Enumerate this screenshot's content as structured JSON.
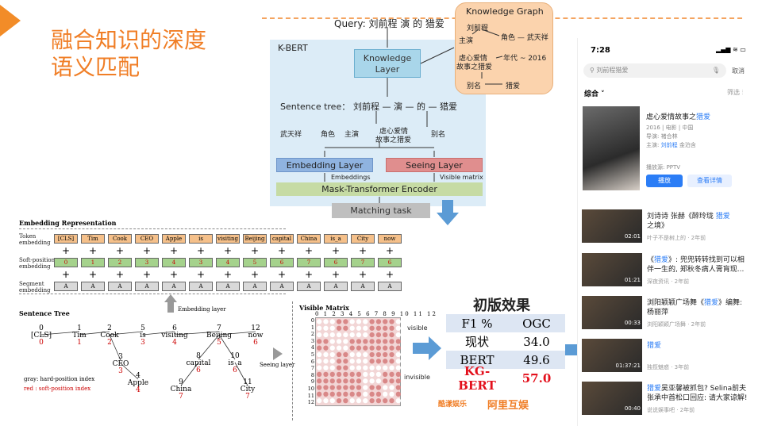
{
  "slide": {
    "title_line1": "融合知识的深度",
    "title_line2": "语义匹配"
  },
  "kbert": {
    "label": "K-BERT",
    "query": "Query: 刘前程 演 的 猎爱",
    "knowledge_layer": "Knowledge Layer",
    "knowledge_graph": {
      "title": "Knowledge Graph",
      "t1": "刘前程",
      "t2": "主演",
      "t3": "角色 — 武天祥",
      "t4": "虐心爱情",
      "t5": "故事之猎爱",
      "t6": "年代 ~ 2016",
      "t7": "别名",
      "t8": "猎爱"
    },
    "sentence_tree_label": "Sentence tree：",
    "sentence_main": "刘前程 — 演 — 的 — 猎爱",
    "tree": {
      "a": "武天祥",
      "b": "角色",
      "c": "主演",
      "d": "虐心爱情",
      "e": "故事之猎爱",
      "f": "别名"
    },
    "embedding_layer": "Embedding Layer",
    "seeing_layer": "Seeing Layer",
    "embeddings_note": "Embeddings",
    "visible_matrix_note": "Visible matrix",
    "mask_transformer": "Mask-Transformer Encoder",
    "matching_task": "Matching task"
  },
  "embedding": {
    "title": "Embedding Representation",
    "token_label_1": "Token",
    "token_label_2": "embedding",
    "soft_label_1": "Soft-position",
    "soft_label_2": "embedding",
    "seg_label_1": "Segment",
    "seg_label_2": "embedding",
    "tokens": [
      "[CLS]",
      "Tim",
      "Cook",
      "CEO",
      "Apple",
      "is",
      "visiting",
      "Beijing",
      "capital",
      "China",
      "is_a",
      "City",
      "now"
    ],
    "soft_positions": [
      "0",
      "1",
      "2",
      "3",
      "4",
      "3",
      "4",
      "5",
      "6",
      "7",
      "6",
      "7",
      "6"
    ],
    "segments": [
      "A",
      "A",
      "A",
      "A",
      "A",
      "A",
      "A",
      "A",
      "A",
      "A",
      "A",
      "A",
      "A"
    ],
    "plus": "+",
    "layer_label": "Embedding layer"
  },
  "sentence_tree": {
    "title": "Sentence Tree",
    "legend_gray": "gray: hard-position index",
    "legend_red": "red  : soft-position index",
    "seeing_label": "Seeing layer",
    "nodes": [
      {
        "hard": "0",
        "word": "[CLS]",
        "soft": "0"
      },
      {
        "hard": "1",
        "word": "Tim",
        "soft": "1"
      },
      {
        "hard": "2",
        "word": "Cook",
        "soft": "2"
      },
      {
        "hard": "3",
        "word": "CEO",
        "soft": "3"
      },
      {
        "hard": "4",
        "word": "Apple",
        "soft": "4"
      },
      {
        "hard": "5",
        "word": "is",
        "soft": "3"
      },
      {
        "hard": "6",
        "word": "visiting",
        "soft": "4"
      },
      {
        "hard": "7",
        "word": "Beijing",
        "soft": "5"
      },
      {
        "hard": "8",
        "word": "capital",
        "soft": "6"
      },
      {
        "hard": "9",
        "word": "China",
        "soft": "7"
      },
      {
        "hard": "10",
        "word": "is_a",
        "soft": "6"
      },
      {
        "hard": "11",
        "word": "City",
        "soft": "7"
      },
      {
        "hard": "12",
        "word": "now",
        "soft": "6"
      }
    ]
  },
  "visible_matrix": {
    "title": "Visible Matrix",
    "col_nums": "0 1 2 3 4 5 6 7 8 9 10 11 12",
    "rows": [
      "0",
      "1",
      "2",
      "3",
      "4",
      "5",
      "6",
      "7",
      "8",
      "9",
      "10",
      "11",
      "12"
    ],
    "visible_label": "visible",
    "invisible_label": "invisible"
  },
  "results": {
    "title": "初版效果",
    "rows": [
      {
        "k": "F1 %",
        "v": "OGC"
      },
      {
        "k": "现状",
        "v": "34.0"
      },
      {
        "k": "BERT",
        "v": "49.6"
      },
      {
        "k": "KG-BERT",
        "v": "57.0"
      }
    ],
    "logo1": "酷漾娱乐",
    "logo2": "阿里互娱"
  },
  "phone": {
    "time": "7:28",
    "status_right": "▂▄▆ ≋ ▭",
    "search_text": "刘前程猎爱",
    "cancel": "取消",
    "tab": "综合",
    "filter": "筛选",
    "movie": {
      "title_prefix": "虐心爱情故事之",
      "title_hl": "猎爱",
      "meta1": "2016 | 电影 | 中国",
      "meta2": "导演: 褚合林",
      "meta3_prefix": "主演: ",
      "meta3_hl": "刘前程",
      "meta3_rest": " 金泊含",
      "source": "播放源: PPTV",
      "play": "播放",
      "detail": "查看详情"
    },
    "videos": [
      {
        "dur": "02:01",
        "t1": "刘诗诗 张赫《醉玲珑 ",
        "hl": "猎爱",
        "t2": "之境》",
        "meta": "叶子不是树上的 · 2年前"
      },
      {
        "dur": "01:21",
        "t1": "《",
        "hl": "猎爱",
        "t2": "》: 兜兜转转找到可以相伴一生的, 郑秋冬病人膏肓现...",
        "meta": "深夜资讯 · 2年前"
      },
      {
        "dur": "00:33",
        "t1": "浏阳颖颖广场舞《",
        "hl": "猎爱",
        "t2": "》编舞:杨丽萍",
        "meta": "浏阳颖颖广场舞 · 2年前"
      },
      {
        "dur": "01:37:21",
        "t1": "",
        "hl": "猎爱",
        "t2": "",
        "meta": "独揽魅惑 · 3年前"
      },
      {
        "dur": "00:40",
        "t1": "",
        "hl": "猎爱",
        "t2": "吴亚馨被抓包? Selina前夫张承中首松口回应: 请大家谅解!",
        "meta": "说说娱事吧 · 2年前"
      }
    ]
  }
}
